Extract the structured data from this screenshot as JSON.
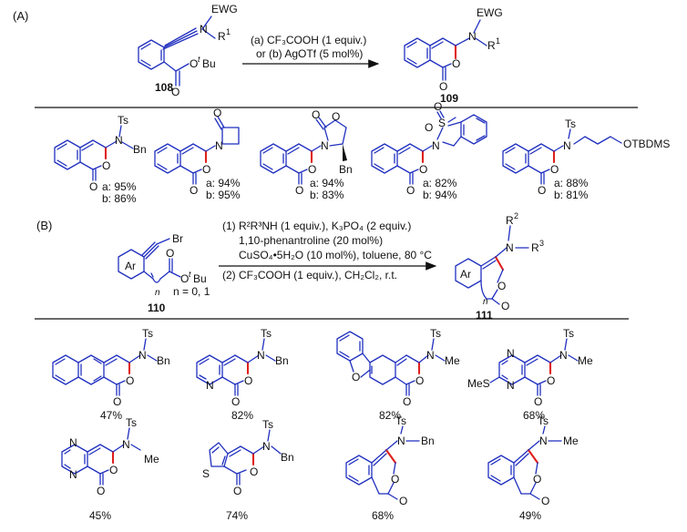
{
  "labels": {
    "section_a": "(A)",
    "section_b": "(B)",
    "ewg": "EWG",
    "n": "N",
    "r1": "R",
    "r1_sup": "1",
    "otbu_o": "O",
    "otbu_t": "t",
    "otbu_bu": "Bu",
    "o": "O",
    "ts": "Ts",
    "bn": "Bn",
    "me": "Me",
    "s": "S",
    "br": "Br",
    "ar": "Ar",
    "mes": "MeS",
    "otbdms": "OTBDMS",
    "r2": "R",
    "r2_sup": "2",
    "r3": "R",
    "r3_sup": "3",
    "n_italic": "n",
    "n_values": "n = 0, 1"
  },
  "compounds": {
    "c108": "108",
    "c109": "109",
    "c110": "110",
    "c111": "111"
  },
  "conditions_a": {
    "line1": "(a) CF₃COOH (1 equiv.)",
    "line2": "or (b) AgOTf (5 mol%)"
  },
  "conditions_b": {
    "line1": "(1) R²R³NH (1 equiv.), K₃PO₄ (2 equiv.)",
    "line2": "1,10-phenantroline (20 mol%)",
    "line3": "CuSO₄•5H₂O (10 mol%),  toluene, 80 °C",
    "line4": "(2) CF₃COOH (1 equiv.), CH₂Cl₂, r.t."
  },
  "yields_a": [
    {
      "a": "a: 95%",
      "b": "b: 86%"
    },
    {
      "a": "a: 94%",
      "b": "b: 95%"
    },
    {
      "a": "a: 94%",
      "b": "b: 83%"
    },
    {
      "a": "a: 82%",
      "b": "b: 94%"
    },
    {
      "a": "a: 88%",
      "b": "b: 81%"
    }
  ],
  "yields_b": [
    "47%",
    "82%",
    "82%",
    "68%",
    "45%",
    "74%",
    "68%",
    "49%"
  ]
}
